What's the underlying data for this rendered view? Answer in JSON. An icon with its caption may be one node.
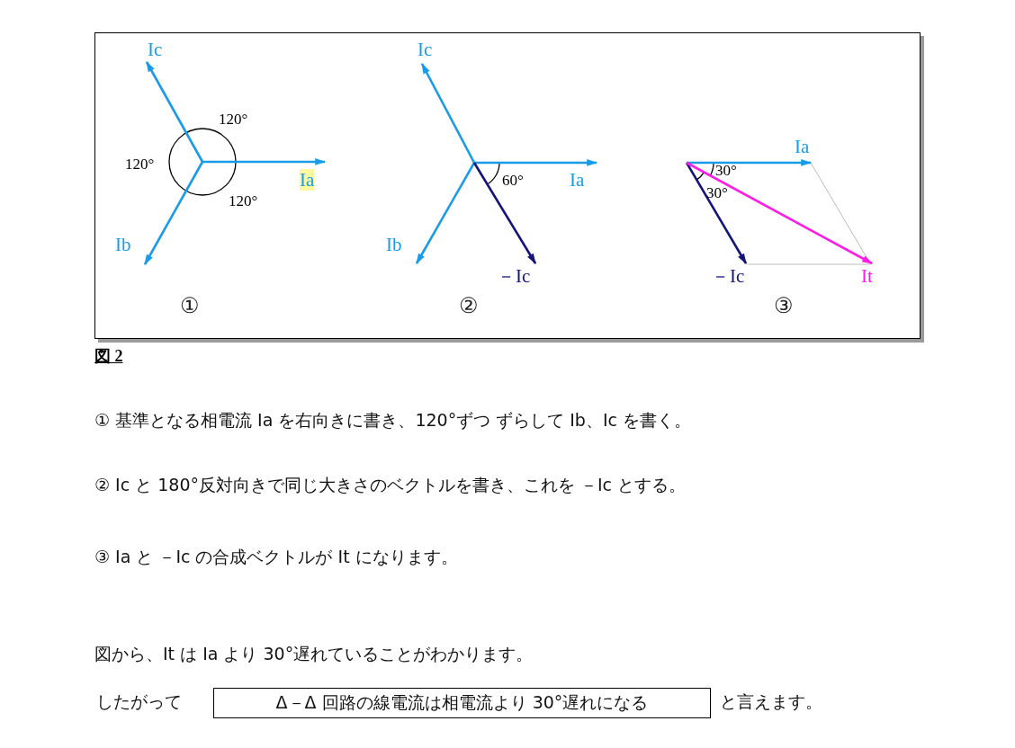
{
  "diagram": {
    "caption": "図 2",
    "nodes": [
      {
        "text": [],
        "shape": "box"
      },
      {
        "text": [
          "Δ－Δ 回路の線電流は相電流より 30°遅れになる"
        ]
      }
    ],
    "labels": [
      "Ic",
      "120°",
      "120°",
      "Ia",
      "120°",
      "Ib",
      "①",
      "Ic",
      "60°",
      "Ia",
      "Ib",
      "－Ic",
      "②",
      "Ia",
      "30°",
      "30°",
      "－Ic",
      "It",
      "③",
      "① 基準となる相電流 Ia を右向きに書き、120°ずつ ずらして Ib、Ic を書く。",
      "② Ic と 180°反対向きで同じ大きさのベクトルを書き、これを －Ic とする。",
      "③ Ia と －Ic の合成ベクトルが It になります。",
      "図から、It は Ia より 30°遅れていることがわかります。",
      "したがって",
      "と言えます。"
    ]
  }
}
